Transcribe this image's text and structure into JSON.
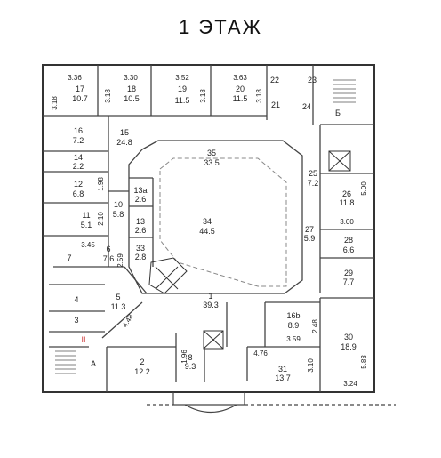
{
  "title": "1   ЭТАЖ",
  "rooms": [
    {
      "id": "1",
      "area": "39.3"
    },
    {
      "id": "2",
      "area": "12.2"
    },
    {
      "id": "3",
      "area": ""
    },
    {
      "id": "4",
      "area": ""
    },
    {
      "id": "5",
      "area": "11.3"
    },
    {
      "id": "6",
      "area": "7.6"
    },
    {
      "id": "7",
      "area": ""
    },
    {
      "id": "8",
      "area": "9.3"
    },
    {
      "id": "10",
      "area": "5.8"
    },
    {
      "id": "11",
      "area": "5.1"
    },
    {
      "id": "12",
      "area": "6.8"
    },
    {
      "id": "13",
      "area": "2.6"
    },
    {
      "id": "13a",
      "area": "2.6"
    },
    {
      "id": "14",
      "area": "2.2"
    },
    {
      "id": "15",
      "area": "24.8"
    },
    {
      "id": "16",
      "area": "7.2"
    },
    {
      "id": "16b",
      "area": "8.9"
    },
    {
      "id": "17",
      "area": "10.7"
    },
    {
      "id": "18",
      "area": "10.5"
    },
    {
      "id": "19",
      "area": "11.5"
    },
    {
      "id": "20",
      "area": "11.5"
    },
    {
      "id": "21",
      "area": ""
    },
    {
      "id": "22",
      "area": ""
    },
    {
      "id": "23",
      "area": ""
    },
    {
      "id": "24",
      "area": ""
    },
    {
      "id": "25",
      "area": "7.2"
    },
    {
      "id": "26",
      "area": "11.8"
    },
    {
      "id": "27",
      "area": "5.9"
    },
    {
      "id": "28",
      "area": "6.6"
    },
    {
      "id": "29",
      "area": "7.7"
    },
    {
      "id": "30",
      "area": "18.9"
    },
    {
      "id": "31",
      "area": "13.7"
    },
    {
      "id": "33",
      "area": "2.8"
    },
    {
      "id": "34",
      "area": "44.5"
    },
    {
      "id": "35",
      "area": "33.5"
    }
  ],
  "dimensions": [
    "3.36",
    "3.30",
    "3.52",
    "3.63",
    "3.18",
    "3.18",
    "3.18",
    "3.18",
    "1.98",
    "2.10",
    "3.45",
    "2.59",
    "4.48",
    "1.96",
    "5.00",
    "3.00",
    "2.48",
    "3.59",
    "4.76",
    "3.10",
    "5.83",
    "3.24"
  ],
  "markers": [
    "А",
    "Б",
    "II"
  ]
}
